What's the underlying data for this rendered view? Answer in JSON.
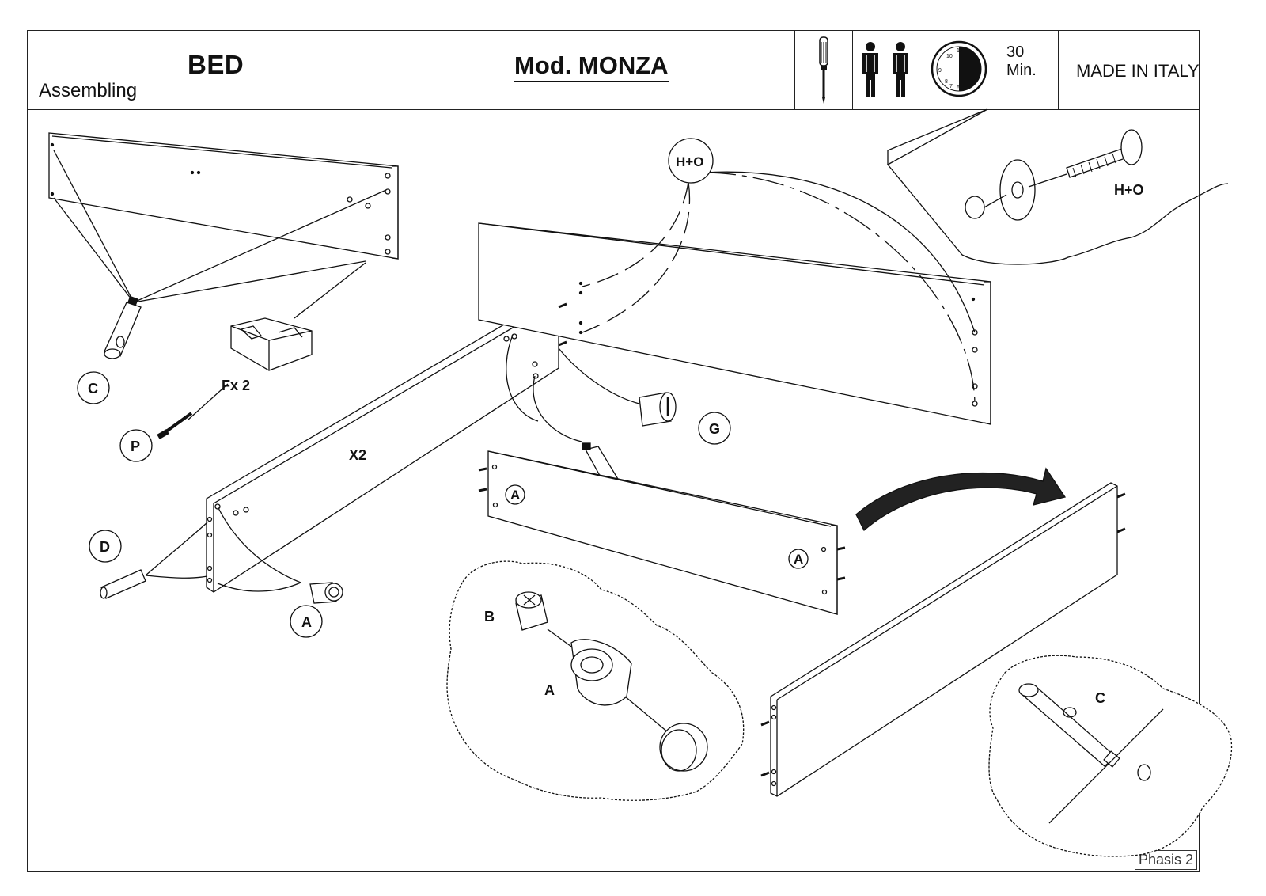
{
  "header": {
    "title": "BED",
    "subtitle": "Assembling",
    "model": "Mod. MONZA",
    "tool_icon": "screwdriver-icon",
    "people_icon": "two-persons-icon",
    "clock_icon": "clock-icon",
    "time_value": "30",
    "time_unit": "Min.",
    "origin": "MADE IN ITALY"
  },
  "callouts": {
    "c1": "C",
    "p": "P",
    "fx2": "Fx 2",
    "x2": "X2",
    "d": "D",
    "a1": "A",
    "ho": "H+O",
    "g": "G",
    "a2": "A",
    "a3": "A",
    "ho_detail": "H+O",
    "b_detail": "B",
    "a_detail": "A",
    "c_detail": "C"
  },
  "footer": {
    "phasis": "Phasis 2"
  }
}
